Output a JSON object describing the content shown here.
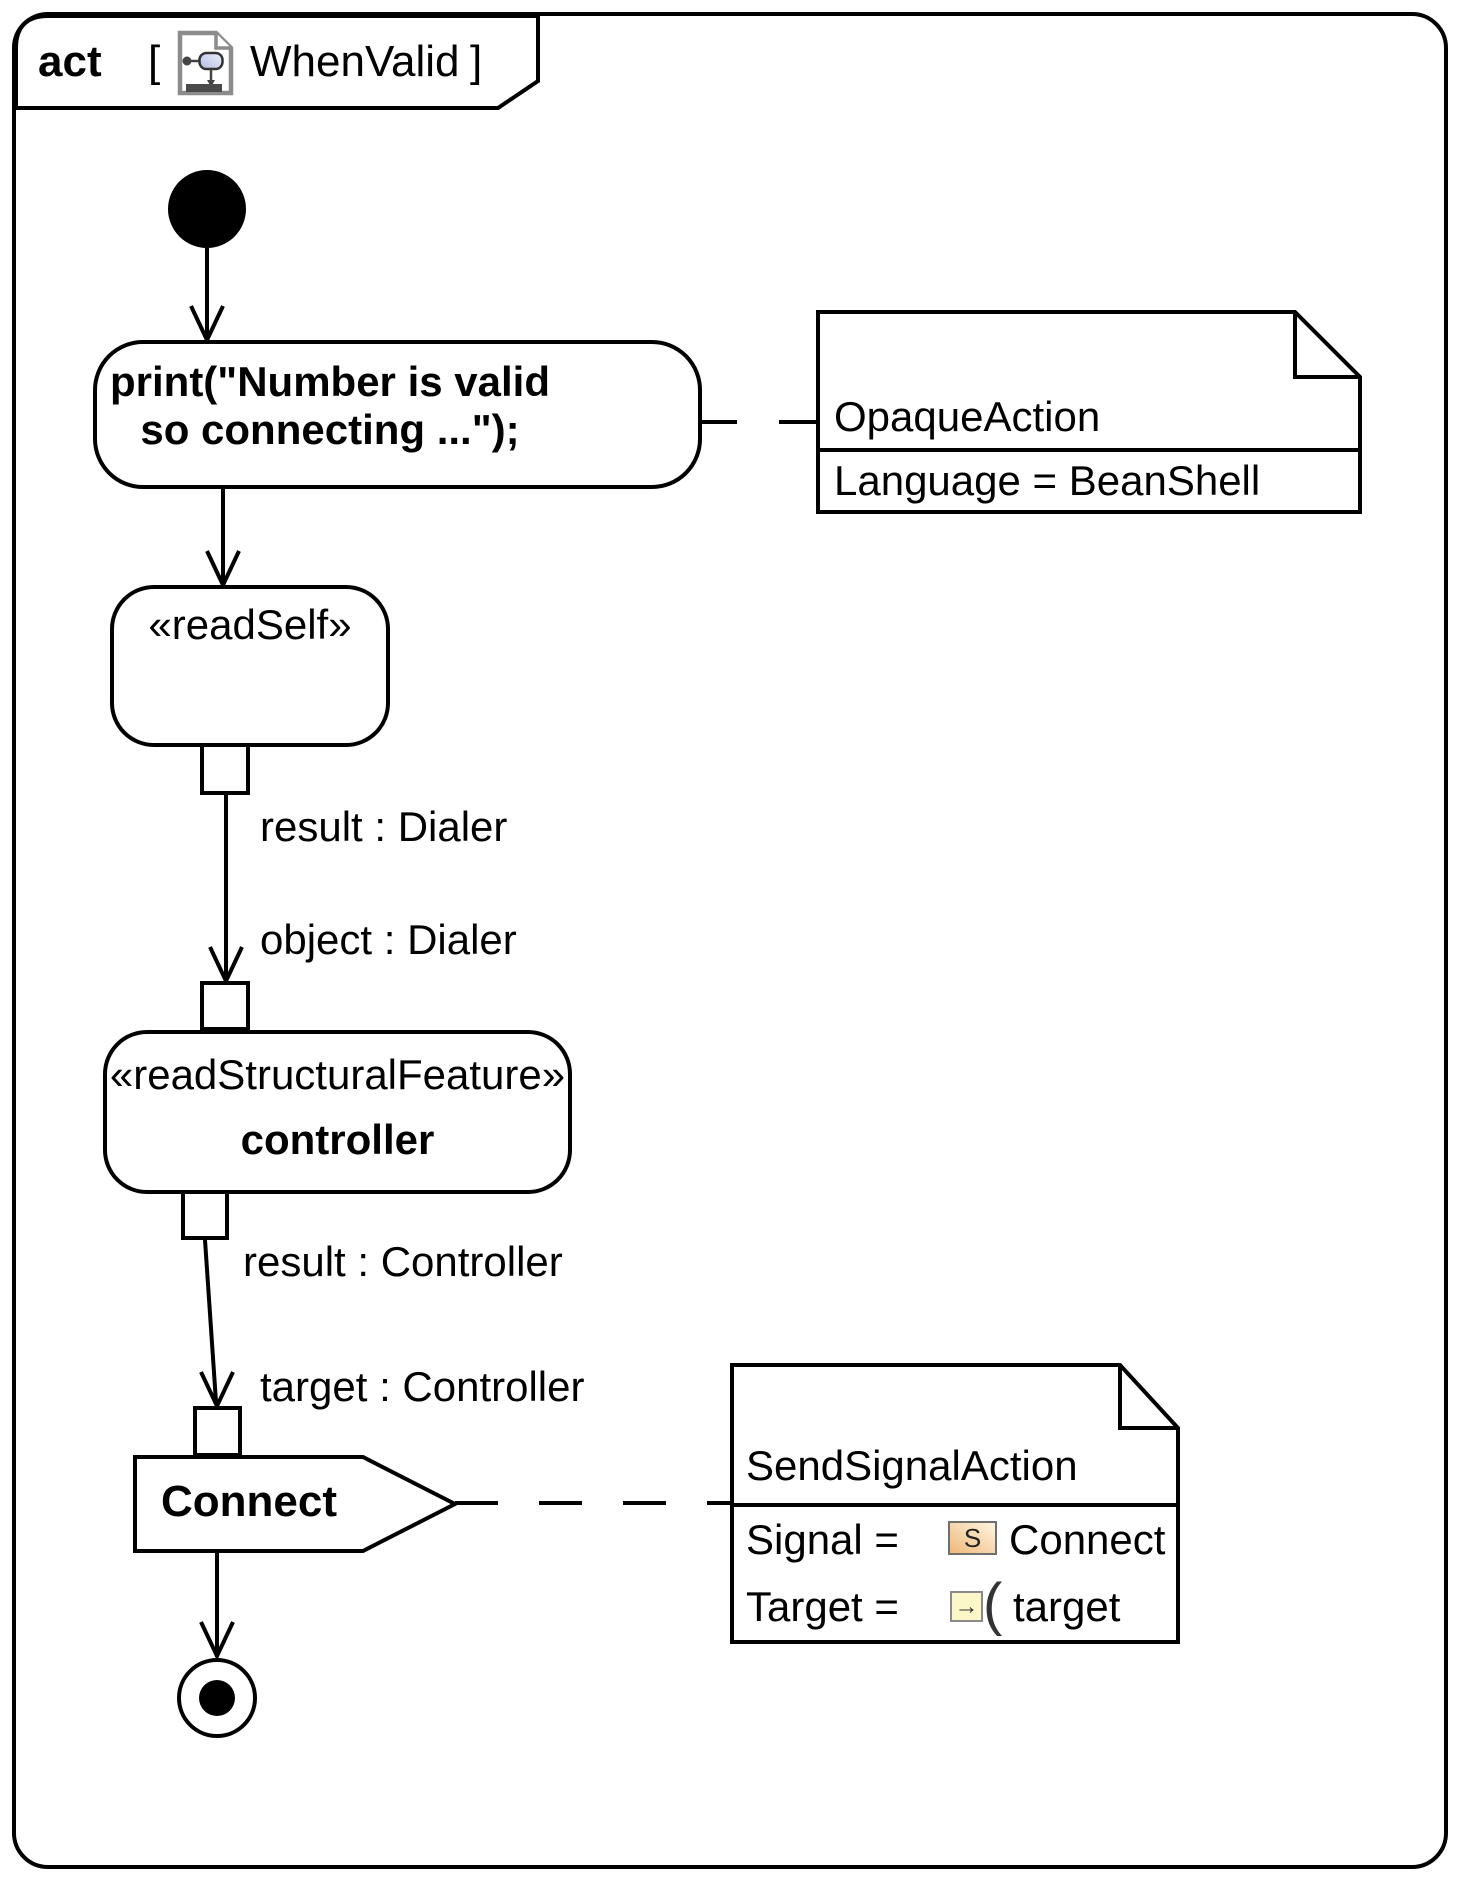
{
  "header": {
    "kind_label": "act",
    "bracket_open": "[",
    "diagram_name": "WhenValid",
    "bracket_close": "]"
  },
  "actions": {
    "print": {
      "line1": "print(\"Number is valid",
      "line2": "so connecting ...\");"
    },
    "read_self": {
      "stereotype": "«readSelf»"
    },
    "read_feature": {
      "stereotype": "«readStructuralFeature»",
      "name": "controller"
    },
    "send_signal": {
      "name": "Connect"
    }
  },
  "pin_labels": {
    "result_dialer": "result : Dialer",
    "object_dialer": "object : Dialer",
    "result_controller": "result : Controller",
    "target_controller": "target : Controller"
  },
  "notes": {
    "opaque": {
      "title": "OpaqueAction",
      "property": "Language = BeanShell"
    },
    "send": {
      "title": "SendSignalAction",
      "signal_label": "Signal =",
      "signal_icon_letter": "S",
      "signal_value": "Connect",
      "target_label": "Target =",
      "target_icon_glyph": "→",
      "pin_bracket": "(",
      "target_value": "target"
    }
  },
  "colors": {
    "stroke": "#000000",
    "node_fill": "#ffffff",
    "signal_icon_gradient_from": "#f0b87a",
    "signal_icon_gradient_to": "#fdf6e0",
    "pin_icon_bg": "#fbf7c8",
    "icon_page_border": "#8c8c8c"
  }
}
